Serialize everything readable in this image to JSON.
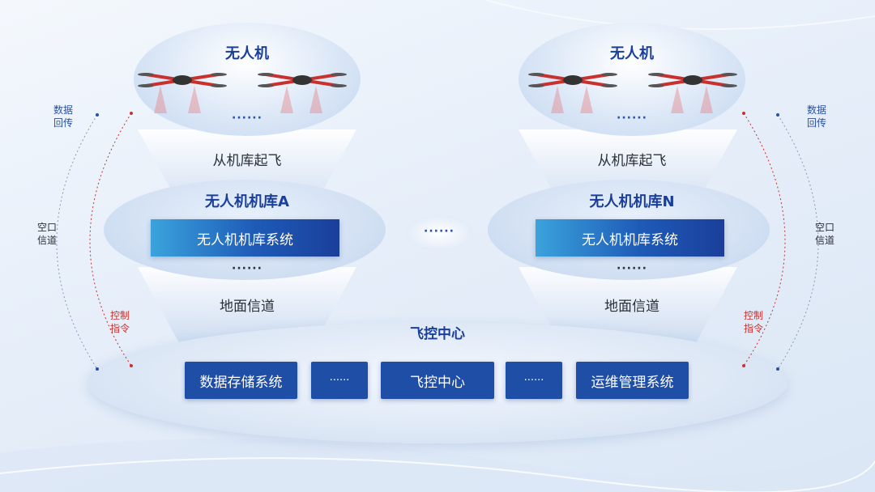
{
  "uav_label": "无人机",
  "takeoff_label": "从机库起飞",
  "hangar_a_title": "无人机机库A",
  "hangar_n_title": "无人机机库N",
  "hangar_system": "无人机机库系统",
  "ground_channel": "地面信道",
  "flight_center_title": "飞控中心",
  "ellipsis": "······",
  "bottom_boxes": [
    "数据存储系统",
    "······",
    "飞控中心",
    "······",
    "运维管理系统"
  ],
  "side": {
    "data_return": [
      "数据",
      "回传"
    ],
    "air_channel": [
      "空口",
      "信道"
    ],
    "control_cmd": [
      "控制",
      "指令"
    ]
  },
  "colors": {
    "primary": "#1f4ea6",
    "accent": "#c8322e",
    "title": "#1a3f9a"
  }
}
